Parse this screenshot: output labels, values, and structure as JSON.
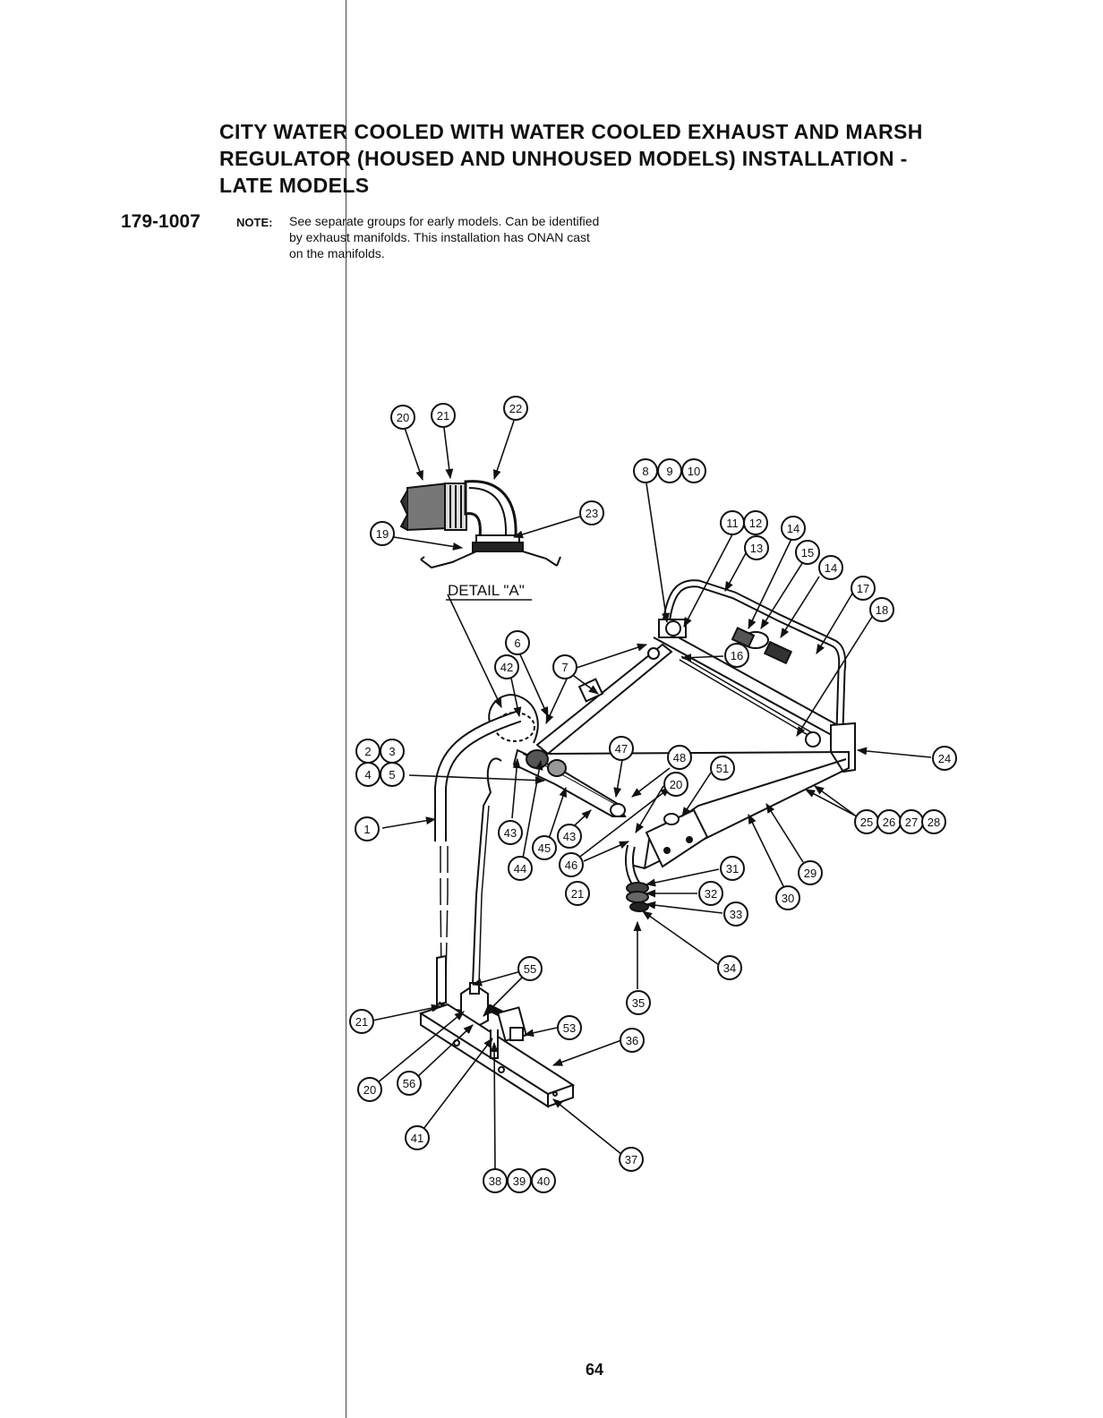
{
  "title_lines": [
    "CITY WATER COOLED WITH WATER COOLED EXHAUST AND MARSH",
    "REGULATOR (HOUSED AND UNHOUSED MODELS) INSTALLATION -",
    "LATE MODELS"
  ],
  "part_number": "179-1007",
  "note": {
    "label": "NOTE:",
    "lines": [
      "See separate groups for early models. Can be identified",
      "by exhaust manifolds. This installation has ONAN cast",
      "on the manifolds."
    ]
  },
  "detail_label": "DETAIL \"A\"",
  "callouts": [
    {
      "id": "c20a",
      "label": "20"
    },
    {
      "id": "c21a",
      "label": "21"
    },
    {
      "id": "c22",
      "label": "22"
    },
    {
      "id": "c23",
      "label": "23"
    },
    {
      "id": "c19",
      "label": "19"
    },
    {
      "id": "c8",
      "label": "8"
    },
    {
      "id": "c9",
      "label": "9"
    },
    {
      "id": "c10",
      "label": "10"
    },
    {
      "id": "c11",
      "label": "11"
    },
    {
      "id": "c12",
      "label": "12"
    },
    {
      "id": "c13",
      "label": "13"
    },
    {
      "id": "c14a",
      "label": "14"
    },
    {
      "id": "c15",
      "label": "15"
    },
    {
      "id": "c14b",
      "label": "14"
    },
    {
      "id": "c17",
      "label": "17"
    },
    {
      "id": "c18",
      "label": "18"
    },
    {
      "id": "c16",
      "label": "16"
    },
    {
      "id": "c6",
      "label": "6"
    },
    {
      "id": "c42",
      "label": "42"
    },
    {
      "id": "c7",
      "label": "7"
    },
    {
      "id": "c2",
      "label": "2"
    },
    {
      "id": "c3",
      "label": "3"
    },
    {
      "id": "c4",
      "label": "4"
    },
    {
      "id": "c5",
      "label": "5"
    },
    {
      "id": "c1",
      "label": "1"
    },
    {
      "id": "c47",
      "label": "47"
    },
    {
      "id": "c48",
      "label": "48"
    },
    {
      "id": "c51",
      "label": "51"
    },
    {
      "id": "c20b",
      "label": "20"
    },
    {
      "id": "c24",
      "label": "24"
    },
    {
      "id": "c25",
      "label": "25"
    },
    {
      "id": "c26",
      "label": "26"
    },
    {
      "id": "c27",
      "label": "27"
    },
    {
      "id": "c28",
      "label": "28"
    },
    {
      "id": "c43a",
      "label": "43"
    },
    {
      "id": "c43b",
      "label": "43"
    },
    {
      "id": "c45",
      "label": "45"
    },
    {
      "id": "c44",
      "label": "44"
    },
    {
      "id": "c46",
      "label": "46"
    },
    {
      "id": "c21b",
      "label": "21"
    },
    {
      "id": "c29",
      "label": "29"
    },
    {
      "id": "c30",
      "label": "30"
    },
    {
      "id": "c31",
      "label": "31"
    },
    {
      "id": "c32",
      "label": "32"
    },
    {
      "id": "c33",
      "label": "33"
    },
    {
      "id": "c34",
      "label": "34"
    },
    {
      "id": "c35",
      "label": "35"
    },
    {
      "id": "c55",
      "label": "55"
    },
    {
      "id": "c21c",
      "label": "21"
    },
    {
      "id": "c53",
      "label": "53"
    },
    {
      "id": "c36",
      "label": "36"
    },
    {
      "id": "c20c",
      "label": "20"
    },
    {
      "id": "c56",
      "label": "56"
    },
    {
      "id": "c41",
      "label": "41"
    },
    {
      "id": "c37",
      "label": "37"
    },
    {
      "id": "c38",
      "label": "38"
    },
    {
      "id": "c39",
      "label": "39"
    },
    {
      "id": "c40",
      "label": "40"
    }
  ],
  "page_number": "64"
}
